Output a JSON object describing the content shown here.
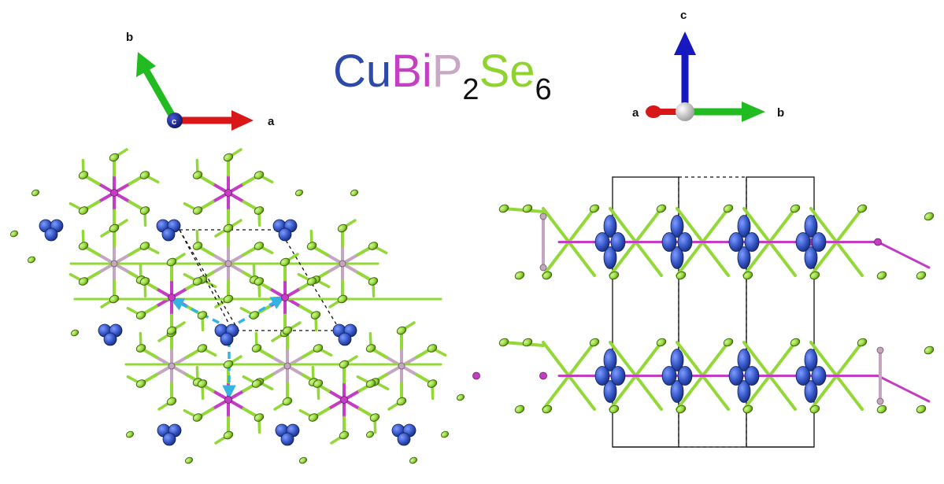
{
  "formula": {
    "parts": [
      {
        "text": "Cu",
        "color": "#2e4aa8",
        "sub": ""
      },
      {
        "text": "Bi",
        "color": "#c53fc4",
        "sub": ""
      },
      {
        "text": "P",
        "color": "#c8a8c4",
        "sub": "2"
      },
      {
        "text": "Se",
        "color": "#8fd32e",
        "sub": "6"
      }
    ],
    "subscript_color": "#111111"
  },
  "left_axes": {
    "a": "a",
    "b": "b",
    "c": "c"
  },
  "right_axes": {
    "a": "a",
    "b": "b",
    "c": "c"
  },
  "colors": {
    "cu": "#3355c4",
    "bi": "#c43cc4",
    "p": "#c4a6c0",
    "se": "#92d836",
    "axis_a": "#d81818",
    "axis_b": "#22bb22",
    "axis_c": "#1818c0",
    "migration_arrow": "#35b3e0",
    "cell": "#111111"
  }
}
